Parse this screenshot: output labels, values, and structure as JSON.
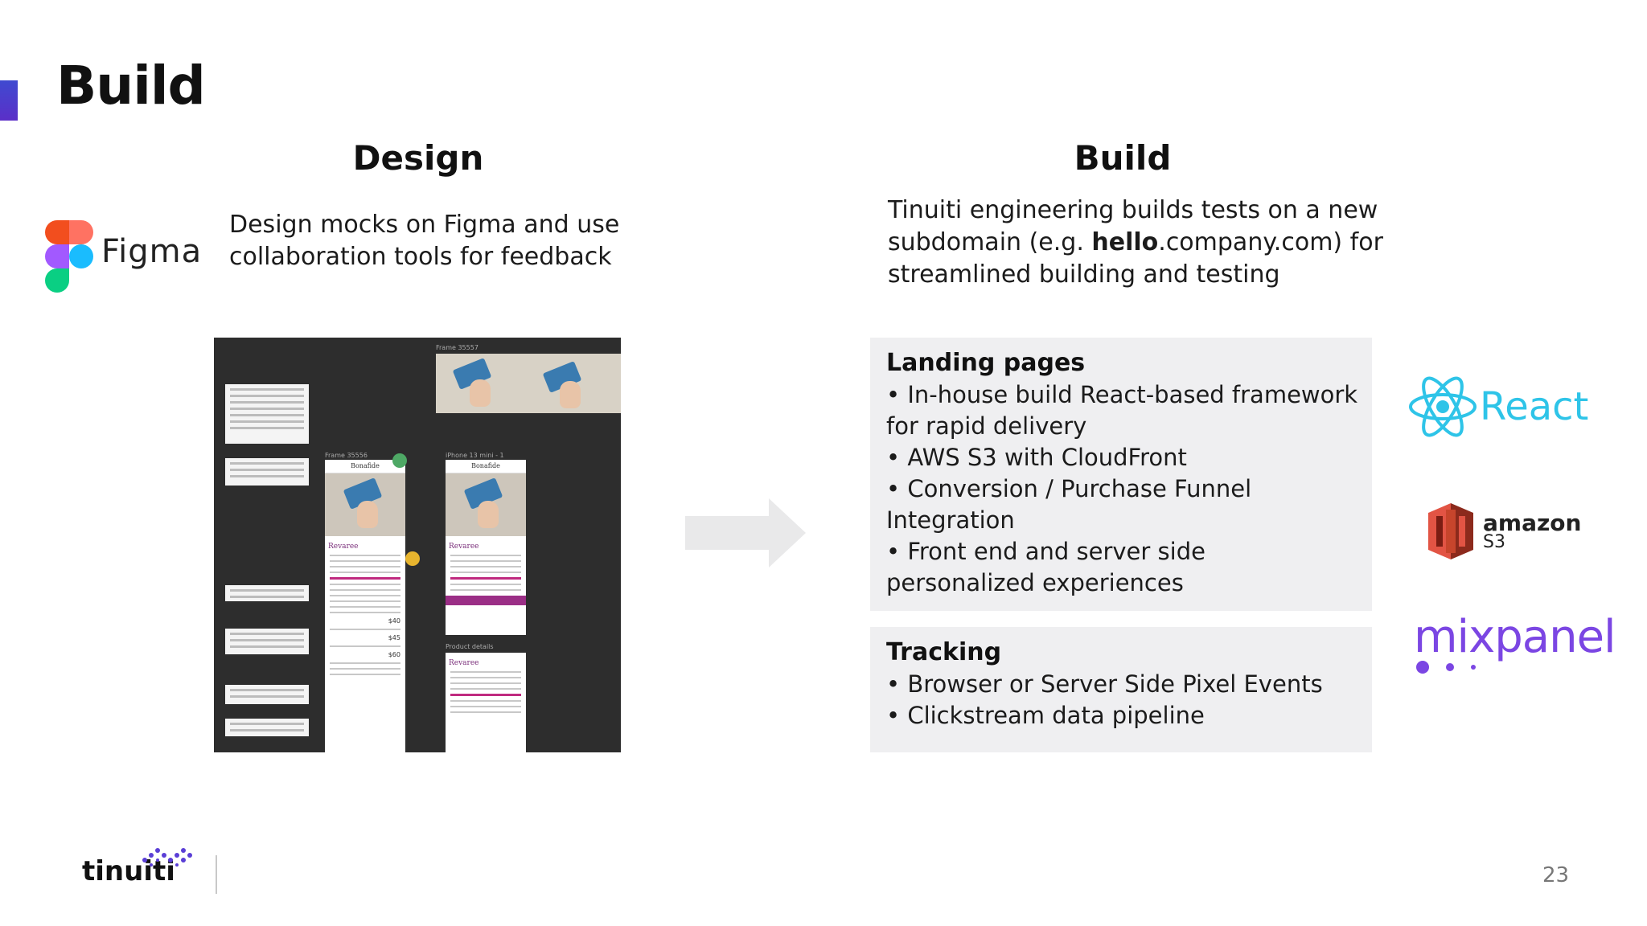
{
  "page_title": "Build",
  "design": {
    "heading": "Design",
    "tool_name": "Figma",
    "description": "Design mocks on Figma and use collaboration tools for feedback",
    "mock": {
      "frame_labels": [
        "Frame 35557",
        "Frame 35556",
        "iPhone 13 mini - 1",
        "Product details"
      ],
      "brand": "Bonafide",
      "product": "Revaree",
      "prices": [
        "$40",
        "$45",
        "$60"
      ]
    }
  },
  "build": {
    "heading": "Build",
    "description_before": "Tinuiti engineering builds tests on a new subdomain (e.g. ",
    "description_bold": "hello",
    "description_after": ".company.com) for streamlined building and testing"
  },
  "landing_pages": {
    "title": "Landing pages",
    "items": [
      "• In-house build React-based framework for rapid delivery",
      "• AWS S3 with CloudFront",
      "• Conversion / Purchase Funnel Integration",
      "• Front end and server side personalized experiences"
    ]
  },
  "tracking": {
    "title": "Tracking",
    "items": [
      "• Browser or Server Side Pixel Events",
      "• Clickstream data pipeline"
    ]
  },
  "logos": {
    "react": "React",
    "s3_brand": "amazon",
    "s3_product": "S3",
    "mixpanel": "mixpanel"
  },
  "footer": {
    "brand": "tinuiti",
    "page_number": "23"
  },
  "colors": {
    "accent": "#4a3fcf",
    "react": "#2ec4e8",
    "mixpanel": "#7b46e3",
    "s3": "#c7452c",
    "panel": "#efeff1"
  },
  "icons": [
    "figma-icon",
    "right-arrow-icon",
    "react-icon",
    "aws-s3-icon",
    "mixpanel-dots-icon",
    "tinuiti-mark-icon"
  ]
}
